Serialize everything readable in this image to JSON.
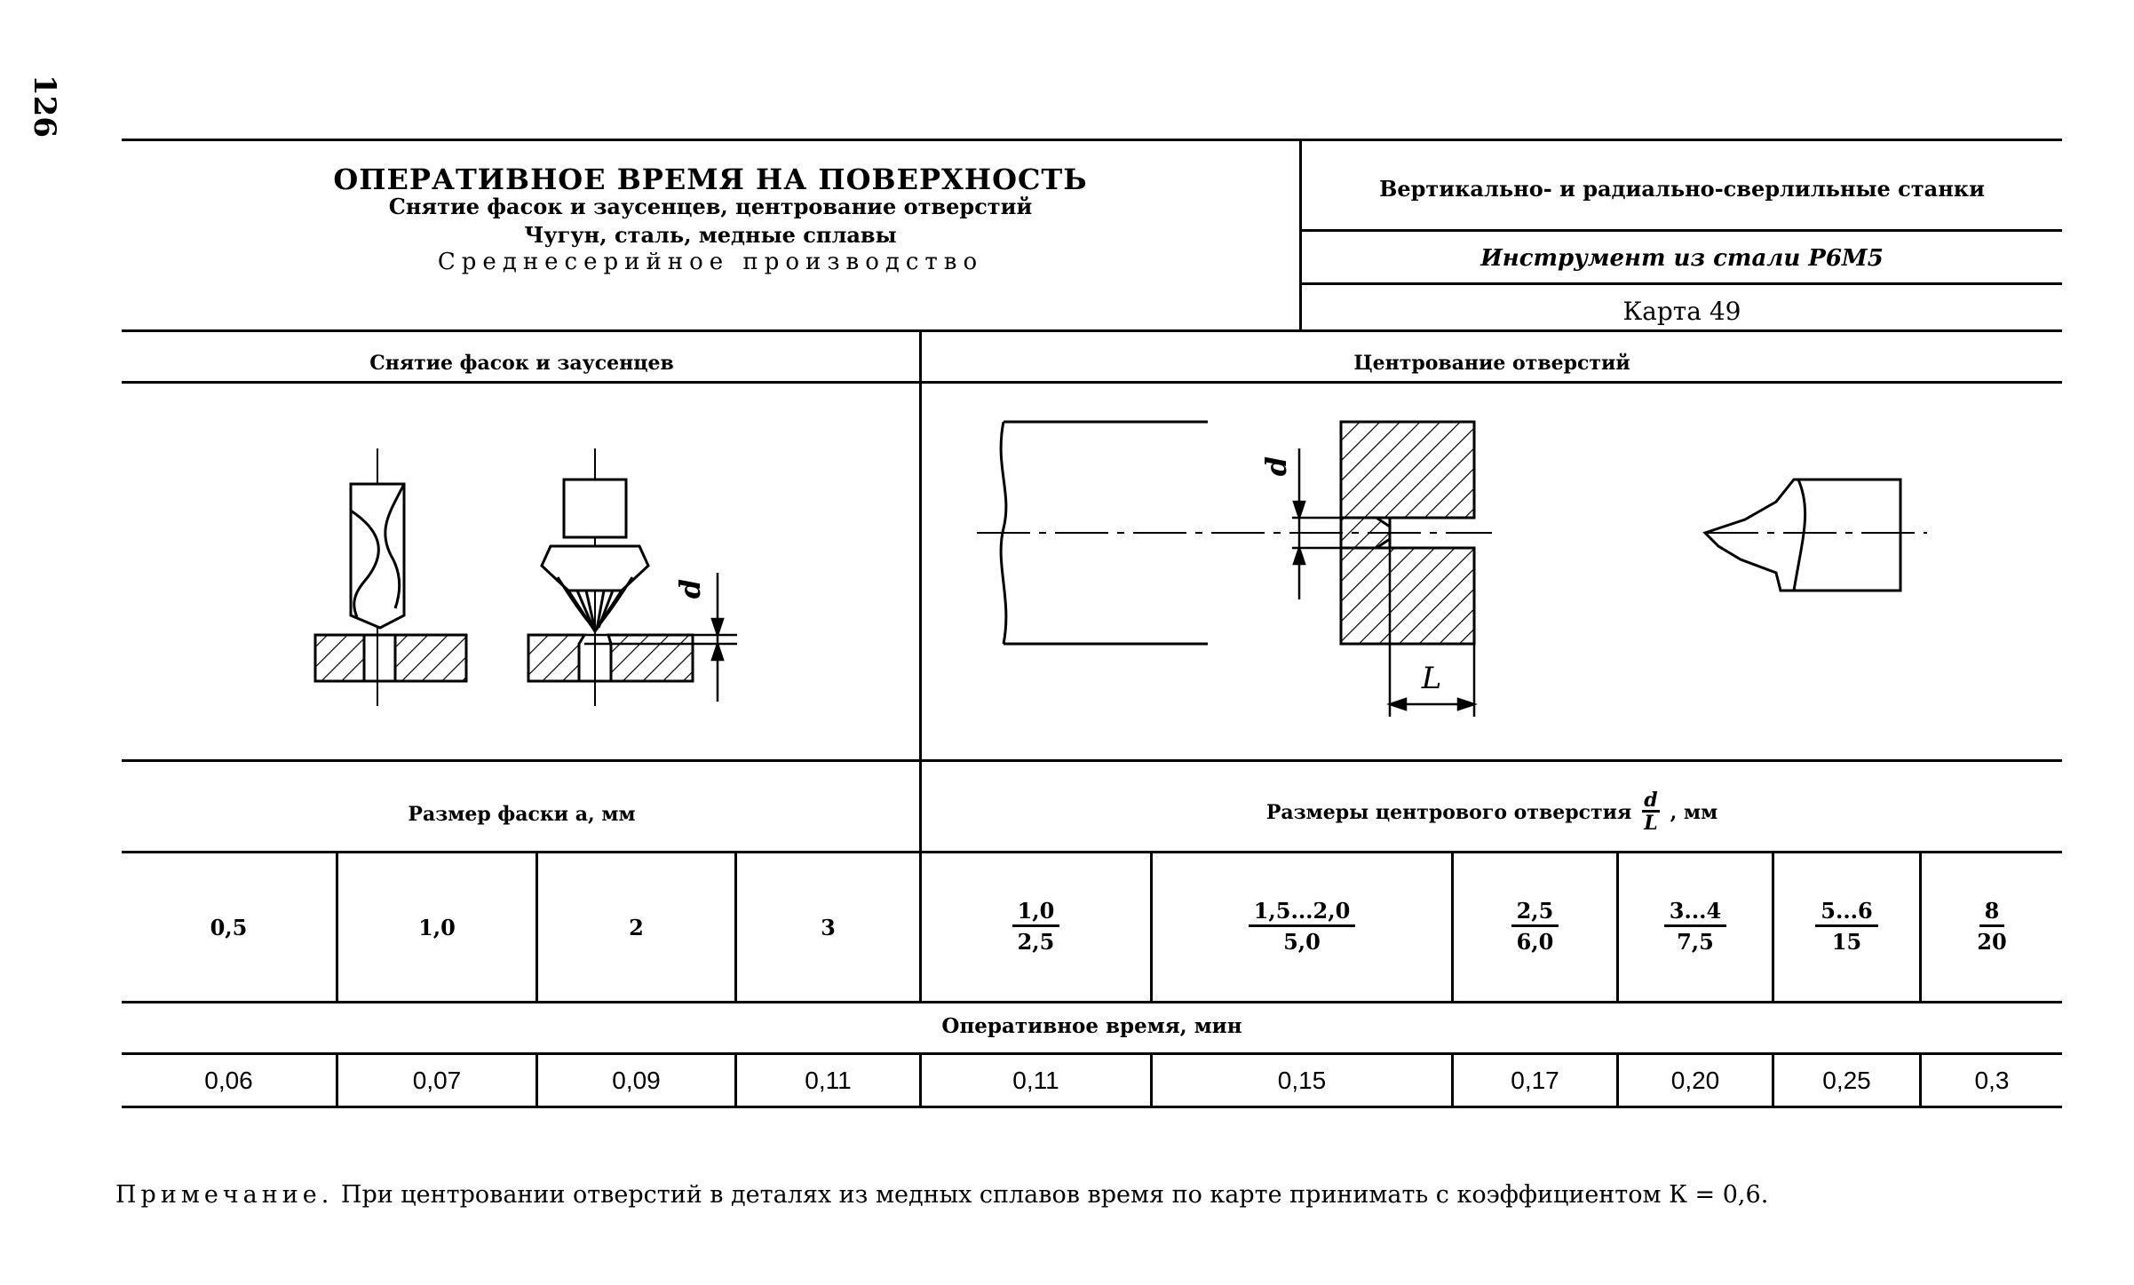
{
  "page_number": "126",
  "header": {
    "title": "ОПЕРАТИВНОЕ ВРЕМЯ НА ПОВЕРХНОСТЬ",
    "subtitle1": "Снятие фасок и заусенцев, центрование отверстий",
    "subtitle2": "Чугун, сталь, медные сплавы",
    "production": "Среднесерийное производство",
    "machines": "Вертикально- и радиально-сверлильные станки",
    "tool": "Инструмент из стали Р6М5",
    "card": "Карта 49"
  },
  "sections": {
    "left": "Снятие фасок и заусенцев",
    "right": "Центрование отверстий"
  },
  "figure_labels": {
    "d": "d",
    "L": "L"
  },
  "params": {
    "left_label": "Размер фаски а, мм",
    "right_label_pre": "Размеры центрового отверстия",
    "right_frac_num": "d",
    "right_frac_den": "L",
    "right_label_post": ", мм"
  },
  "chamfer_sizes": [
    "0,5",
    "1,0",
    "2",
    "3"
  ],
  "center_sizes": [
    {
      "num": "1,0",
      "den": "2,5"
    },
    {
      "num": "1,5...2,0",
      "den": "5,0"
    },
    {
      "num": "2,5",
      "den": "6,0"
    },
    {
      "num": "3...4",
      "den": "7,5"
    },
    {
      "num": "5...6",
      "den": "15"
    },
    {
      "num": "8",
      "den": "20"
    }
  ],
  "time_label": "Оперативное время, мин",
  "times": [
    "0,06",
    "0,07",
    "0,09",
    "0,11",
    "0,11",
    "0,15",
    "0,17",
    "0,20",
    "0,25",
    "0,3"
  ],
  "note": {
    "lead": "Примечание.",
    "text": " При центровании отверстий в деталях из медных сплавов время по карте принимать с коэффициентом К = 0,6."
  }
}
